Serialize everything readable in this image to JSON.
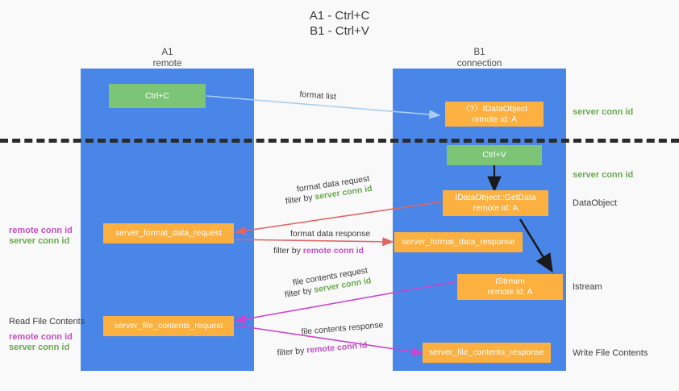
{
  "title": {
    "line1": "A1 - Ctrl+C",
    "line2": "B1 - Ctrl+V"
  },
  "columns": [
    {
      "name": "A1",
      "subtitle": "remote"
    },
    {
      "name": "B1",
      "subtitle": "connection"
    }
  ],
  "boxes": {
    "ctrl_c": {
      "line1": "Ctrl+C",
      "line2": ""
    },
    "ctrl_v": {
      "line1": "Ctrl+V",
      "line2": ""
    },
    "remote_idataobject": {
      "line1": "〈?〉IDataObject",
      "line2": "remote id: A"
    },
    "idataobject_getdata": {
      "line1": "IDataObject::GetData",
      "line2": "remote id: A"
    },
    "istream": {
      "line1": "IStream",
      "line2": "remote id: A"
    },
    "server_format_data_request": {
      "line1": "server_format_data_request",
      "line2": ""
    },
    "server_format_data_response": {
      "line1": "server_format_data_response",
      "line2": ""
    },
    "server_file_contents_request": {
      "line1": "server_file_contents_request",
      "line2": ""
    },
    "server_file_contents_response": {
      "line1": "server_file_contents_response",
      "line2": ""
    }
  },
  "arrow_labels": {
    "format_list": "format list",
    "format_data_request": "format data request",
    "format_data_request_filter_prefix": "filter by ",
    "format_data_request_filter_value": "server conn id",
    "format_data_response": "format data response",
    "format_data_response_filter_prefix": "filter by ",
    "format_data_response_filter_value": "remote conn id",
    "file_contents_request": "file contents request",
    "file_contents_request_filter_prefix": "filter by ",
    "file_contents_request_filter_value": "server conn id",
    "file_contents_response": "file contents response",
    "file_contents_response_filter_prefix": "filter by ",
    "file_contents_response_filter_value": "remote conn id"
  },
  "side_labels": {
    "right_server_conn_id_top": "server conn id",
    "right_server_conn_id_second": "server conn id",
    "right_dataobject": "DataObject",
    "right_istream": "Istream",
    "right_write_file_contents": "Write File Contents",
    "left_remote_conn_id_1": "remote conn id",
    "left_server_conn_id_1": "server conn id",
    "left_read_file_contents": "Read File Contents",
    "left_remote_conn_id_2": "remote conn id",
    "left_server_conn_id_2": "server conn id"
  },
  "colors": {
    "column_blue": "#4a86e8",
    "box_green": "#7cc576",
    "box_orange": "#fbb040",
    "arrow_light_blue": "#a8cdf0",
    "arrow_red": "#e06666",
    "arrow_magenta": "#cc44cc",
    "arrow_black": "#1a1a1a",
    "text_green": "#6aa84f",
    "text_purple": "#c050c0",
    "background": "#f9f9f9"
  }
}
